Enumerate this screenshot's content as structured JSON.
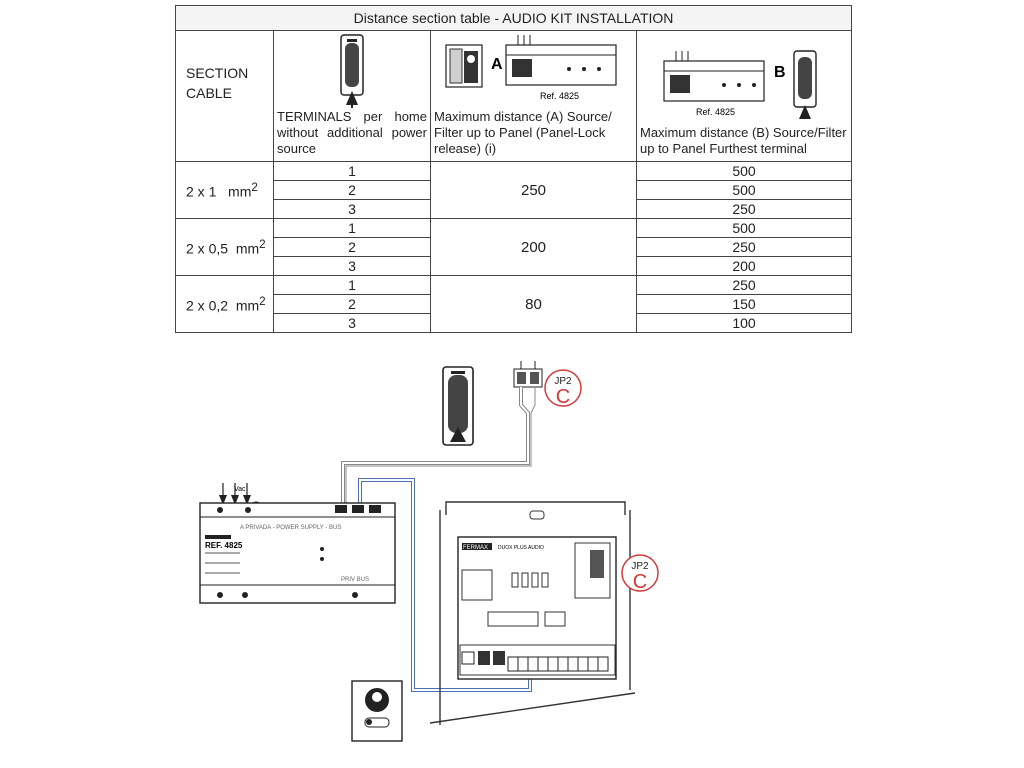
{
  "table": {
    "title": "Distance section table - AUDIO KIT INSTALLATION",
    "section_label_line1": "SECTION",
    "section_label_line2": "CABLE",
    "col_terminals": "TERMINALS per home without additional power source",
    "col_distance_a": "Maximum distance (A) Source/ Filter up to Panel (Panel-Lock release) (i)",
    "col_distance_b": "Maximum distance (B) Source/Filter up to Panel Furthest terminal",
    "label_a": "A",
    "label_b": "B",
    "ref_a": "Ref. 4825",
    "ref_b": "Ref. 4825",
    "groups": [
      {
        "cable": "2 x 1",
        "unit": "mm",
        "sup": "2",
        "distance_a": "250",
        "rows": [
          {
            "terminals": "1",
            "distance_b": "500"
          },
          {
            "terminals": "2",
            "distance_b": "500"
          },
          {
            "terminals": "3",
            "distance_b": "250"
          }
        ]
      },
      {
        "cable": "2 x 0,5",
        "unit": "mm",
        "sup": "2",
        "distance_a": "200",
        "rows": [
          {
            "terminals": "1",
            "distance_b": "500"
          },
          {
            "terminals": "2",
            "distance_b": "250"
          },
          {
            "terminals": "3",
            "distance_b": "200"
          }
        ]
      },
      {
        "cable": "2 x 0,2",
        "unit": "mm",
        "sup": "2",
        "distance_a": "80",
        "rows": [
          {
            "terminals": "1",
            "distance_b": "250"
          },
          {
            "terminals": "2",
            "distance_b": "150"
          },
          {
            "terminals": "3",
            "distance_b": "100"
          }
        ]
      }
    ]
  },
  "diagram": {
    "jumper_label": "JP2",
    "jumper_state": "C",
    "jumper_label_2": "JP2",
    "jumper_state_2": "C",
    "psu_ref": "REF. 4825",
    "psu_bus_label": "A PRIVADA - POWER SUPPLY - BUS",
    "psu_bottom_label": "PRIV BUS",
    "vac_label": "Vac",
    "panel_brand": "FERMAX",
    "panel_model": "DUOX PLUS AUDIO",
    "colors": {
      "line": "#333333",
      "cable_blue": "#4a6fb5",
      "jumper_red": "#d23b3b"
    }
  }
}
